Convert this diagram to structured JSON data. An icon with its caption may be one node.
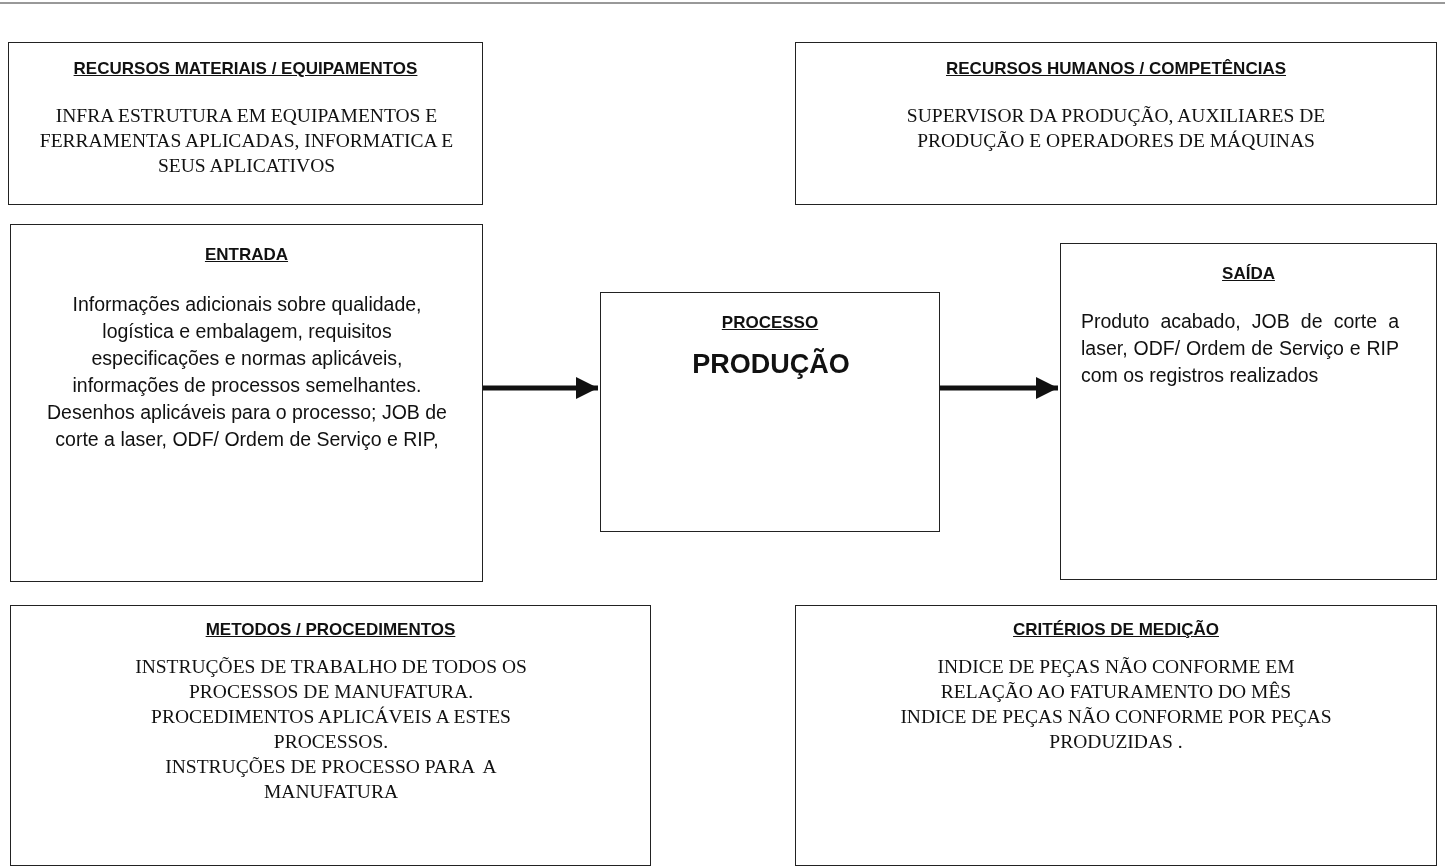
{
  "diagram": {
    "nodes": [
      {
        "text": [
          "RECURSOS MATERIAIS / EQUIPAMENTOS",
          "INFRA ESTRUTURA EM EQUIPAMENTOS E FERRAMENTAS APLICADAS, INFORMATICA E SEUS APLICATIVOS"
        ]
      },
      {
        "text": [
          "RECURSOS HUMANOS / COMPETÊNCIAS",
          "SUPERVISOR DA PRODUÇÃO, AUXILIARES DE PRODUÇÃO E OPERADORES DE MÁQUINAS"
        ]
      },
      {
        "text": [
          "ENTRADA",
          "Informações adicionais sobre qualidade, logística e embalagem, requisitos especificações e normas aplicáveis, informações de processos semelhantes. Desenhos aplicáveis para o processo; JOB de corte a laser, ODF/ Ordem de Serviço e RIP,"
        ]
      },
      {
        "text": [
          "PROCESSO",
          "PRODUÇÃO"
        ]
      },
      {
        "text": [
          "SAÍDA",
          "Produto acabado, JOB de corte a laser, ODF/ Ordem de Serviço e RIP com os registros realizados"
        ]
      },
      {
        "text": [
          "METODOS / PROCEDIMENTOS",
          "INSTRUÇÕES DE TRABALHO DE TODOS OS PROCESSOS DE MANUFATURA.",
          "PROCEDIMENTOS APLICÁVEIS A ESTES PROCESSOS.",
          "INSTRUÇÕES DE PROCESSO PARA  A MANUFATURA"
        ]
      },
      {
        "text": [
          "CRITÉRIOS DE MEDIÇÃO",
          "INDICE DE PEÇAS NÃO CONFORME EM RELAÇÃO AO FATURAMENTO DO MÊS",
          "INDICE DE PEÇAS NÃO CONFORME POR PEÇAS PRODUZIDAS ."
        ]
      }
    ],
    "edges": [
      {
        "from": 2,
        "to": 3,
        "arrow": "to"
      },
      {
        "from": 3,
        "to": 4,
        "arrow": "to"
      }
    ]
  }
}
